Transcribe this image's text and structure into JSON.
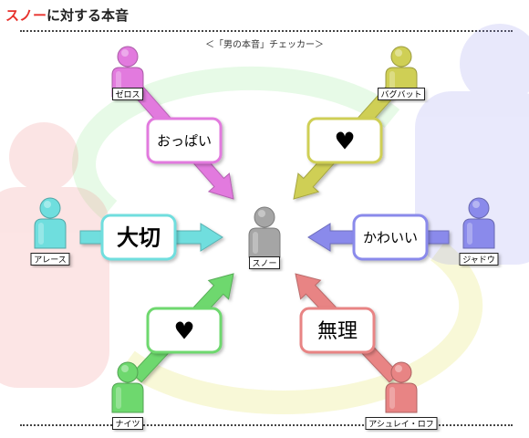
{
  "header": {
    "title_accent": "スノー",
    "title_rest": "に対する本音",
    "subtitle": "＜「男の本音」チェッカー＞"
  },
  "colors": {
    "pink": "#e27ade",
    "yellow": "#cfcf55",
    "cyan": "#6fdede",
    "blue": "#8a8aeb",
    "green": "#6ed86e",
    "red": "#e88484",
    "gray": "#a5a5a5",
    "heart": "#ff1493"
  },
  "center": {
    "label": "スノー",
    "color": "gray"
  },
  "nodes": [
    {
      "id": "zeros",
      "label": "ゼロス",
      "color": "pink",
      "message": "おっぱい",
      "heart": false
    },
    {
      "id": "bagubatt",
      "label": "バグバット",
      "color": "yellow",
      "message": "♥",
      "heart": true
    },
    {
      "id": "alice",
      "label": "アレース",
      "color": "cyan",
      "message": "大切",
      "heart": false
    },
    {
      "id": "jadou",
      "label": "ジャドウ",
      "color": "blue",
      "message": "かわいい",
      "heart": false
    },
    {
      "id": "naizu",
      "label": "ナイツ",
      "color": "green",
      "message": "♥",
      "heart": true
    },
    {
      "id": "ashurei",
      "label": "アシュレイ・ロフ",
      "color": "red",
      "message": "無理",
      "heart": false
    }
  ]
}
